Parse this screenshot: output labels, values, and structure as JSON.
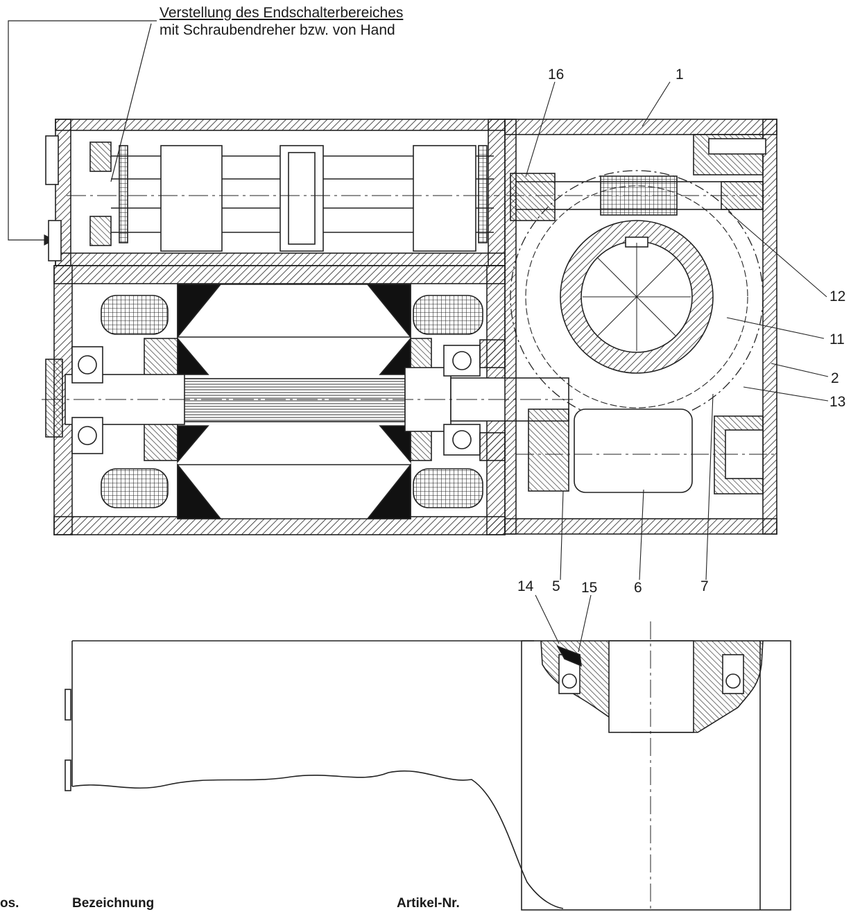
{
  "note": {
    "line1": "Verstellung des Endschalterbereiches",
    "line2": "mit Schraubendreher bzw. von Hand"
  },
  "callouts": {
    "c16": "16",
    "c1": "1",
    "c12": "12",
    "c11": "11",
    "c2": "2",
    "c13": "13",
    "c14": "14",
    "c5": "5",
    "c15": "15",
    "c6": "6",
    "c7": "7"
  },
  "table_header": {
    "pos": "os.",
    "bezeichnung": "Bezeichnung",
    "artikel": "Artikel-Nr."
  }
}
